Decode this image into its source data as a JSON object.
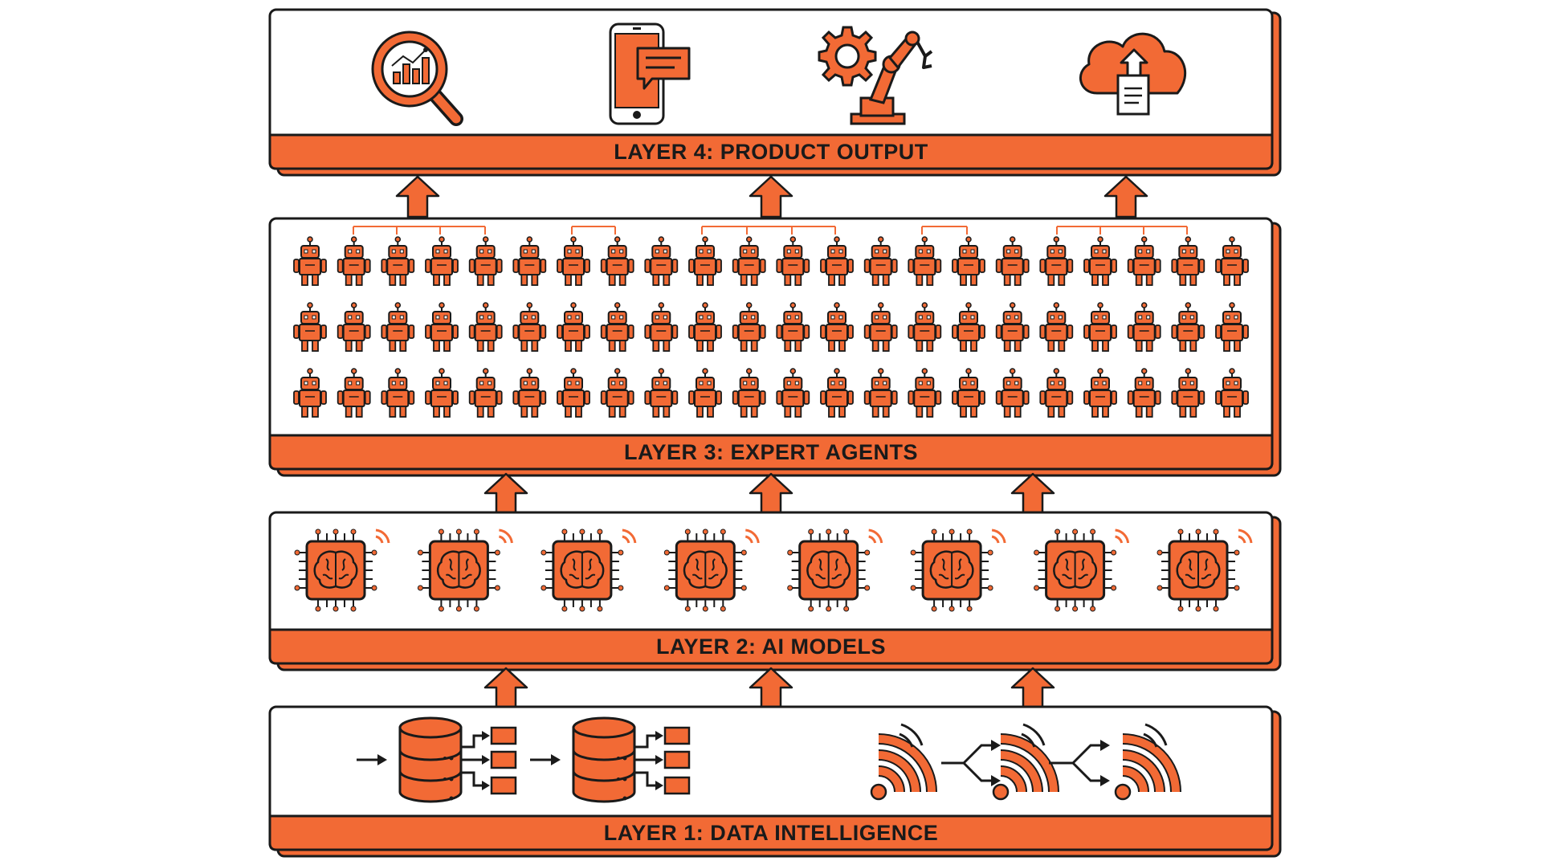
{
  "diagram": {
    "accent_color": "#f26a35",
    "ink_color": "#1a1a1a",
    "layers": [
      {
        "id": "layer-4",
        "title": "LAYER 4: PRODUCT OUTPUT",
        "icons": [
          "analytics-magnifier-icon",
          "mobile-chat-icon",
          "robotic-arm-gear-icon",
          "cloud-upload-document-icon"
        ]
      },
      {
        "id": "layer-3",
        "title": "LAYER 3: EXPERT AGENTS",
        "icons": [
          "robot-icon"
        ],
        "grid": {
          "rows": 3,
          "columns": 22
        }
      },
      {
        "id": "layer-2",
        "title": "LAYER 2: AI MODELS",
        "icons": [
          "ai-brain-chip-icon"
        ],
        "count": 8
      },
      {
        "id": "layer-1",
        "title": "LAYER 1: DATA INTELLIGENCE",
        "icons": [
          "database-icon",
          "signal-broadcast-icon",
          "branching-arrow-icon"
        ]
      }
    ],
    "connectors": [
      "up-arrow-icon"
    ]
  }
}
